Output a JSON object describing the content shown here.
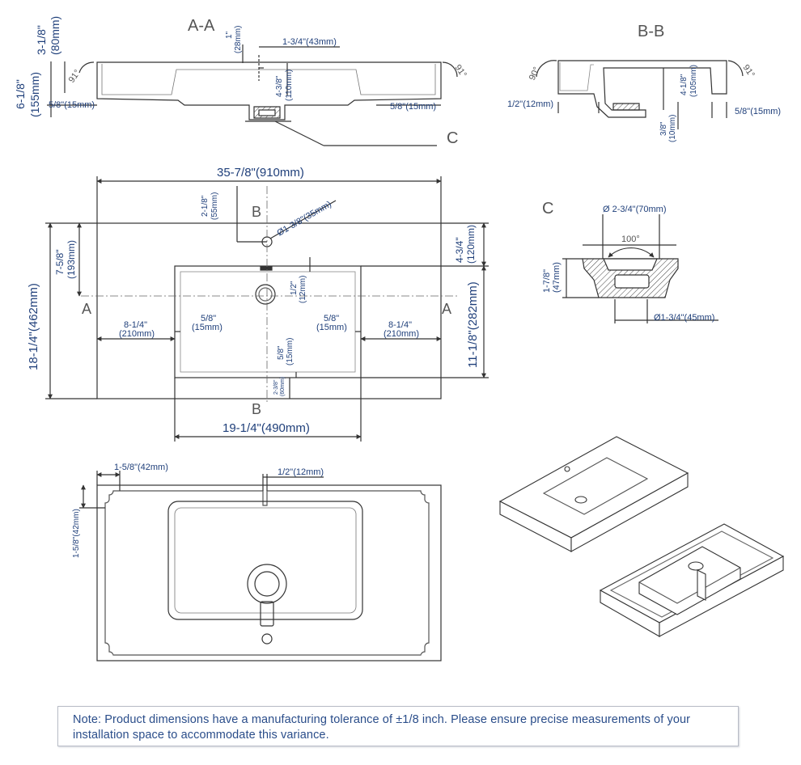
{
  "sections": {
    "aa": "A-A",
    "bb": "B-B",
    "c_detail": "C",
    "plan_a": "A",
    "plan_b": "B"
  },
  "section_aa_dims": {
    "height_total_in": "6-1/8\"",
    "height_total_mm": "(155mm)",
    "height_top_in": "3-1/8\"",
    "height_top_mm": "(80mm)",
    "edge_left": "5/8\"(15mm)",
    "edge_right": "5/8\"(15mm)",
    "angle_left": "91°",
    "angle_right": "91°",
    "drain_height_in": "4-3/8\"",
    "drain_height_mm": "(110mm)",
    "faucet_in": "1\"",
    "faucet_mm": "(28mm)",
    "faucet_offset": "1-3/4\"(43mm)"
  },
  "section_bb_dims": {
    "angle_left": "90°",
    "angle_right": "91°",
    "depth_in": "4-1/8\"",
    "depth_mm": "(105mm)",
    "edge_left": "1/2\"(12mm)",
    "edge_right": "5/8\"(15mm)",
    "bottom_in": "3/8\"",
    "bottom_mm": "(10mm)"
  },
  "plan_dims": {
    "width": "35-7/8\"(910mm)",
    "depth_in": "18-1/4\"(462mm)",
    "faucet_depth_in": "2-1/8\"",
    "faucet_depth_mm": "(55mm)",
    "faucet_hole": "Ø1-3/8\"(35mm)",
    "bowl_offset_in": "7-5/8\"",
    "bowl_offset_mm": "(193mm)",
    "top_margin_in": "4-3/4\"",
    "top_margin_mm": "(120mm)",
    "bowl_depth": "11-1/8\"(282mm)",
    "slot_in": "1/2\"",
    "slot_mm": "(12mm)",
    "side_left_in": "8-1/4\"",
    "side_left_mm": "(210mm)",
    "side_right_in": "8-1/4\"",
    "side_right_mm": "(210mm)",
    "rim_left_in": "5/8\"",
    "rim_left_mm": "(15mm)",
    "rim_right_in": "5/8\"",
    "rim_right_mm": "(15mm)",
    "rim_bottom_in": "5/8\"",
    "rim_bottom_mm": "(15mm)",
    "front_in": "2-3/8\"",
    "front_mm": "(60mm)",
    "bowl_width": "19-1/4\"(490mm)"
  },
  "detail_c_dims": {
    "top_diameter": "Ø 2-3/4\"(70mm)",
    "angle": "100°",
    "height_in": "1-7/8\"",
    "height_mm": "(47mm)",
    "bottom_diameter": "Ø1-3/4\"(45mm)"
  },
  "bottom_view_dims": {
    "edge": "1-5/8\"(42mm)",
    "slot": "1/2\"(12mm)",
    "side": "1-5/8\"(42mm)"
  },
  "note": "Note: Product dimensions have a manufacturing tolerance of ±1/8 inch. Please ensure precise measurements of your installation space to accommodate this variance.",
  "colors": {
    "dimension_text": "#1f3f7a",
    "note_text": "#2a4d8a",
    "line": "#333333"
  }
}
